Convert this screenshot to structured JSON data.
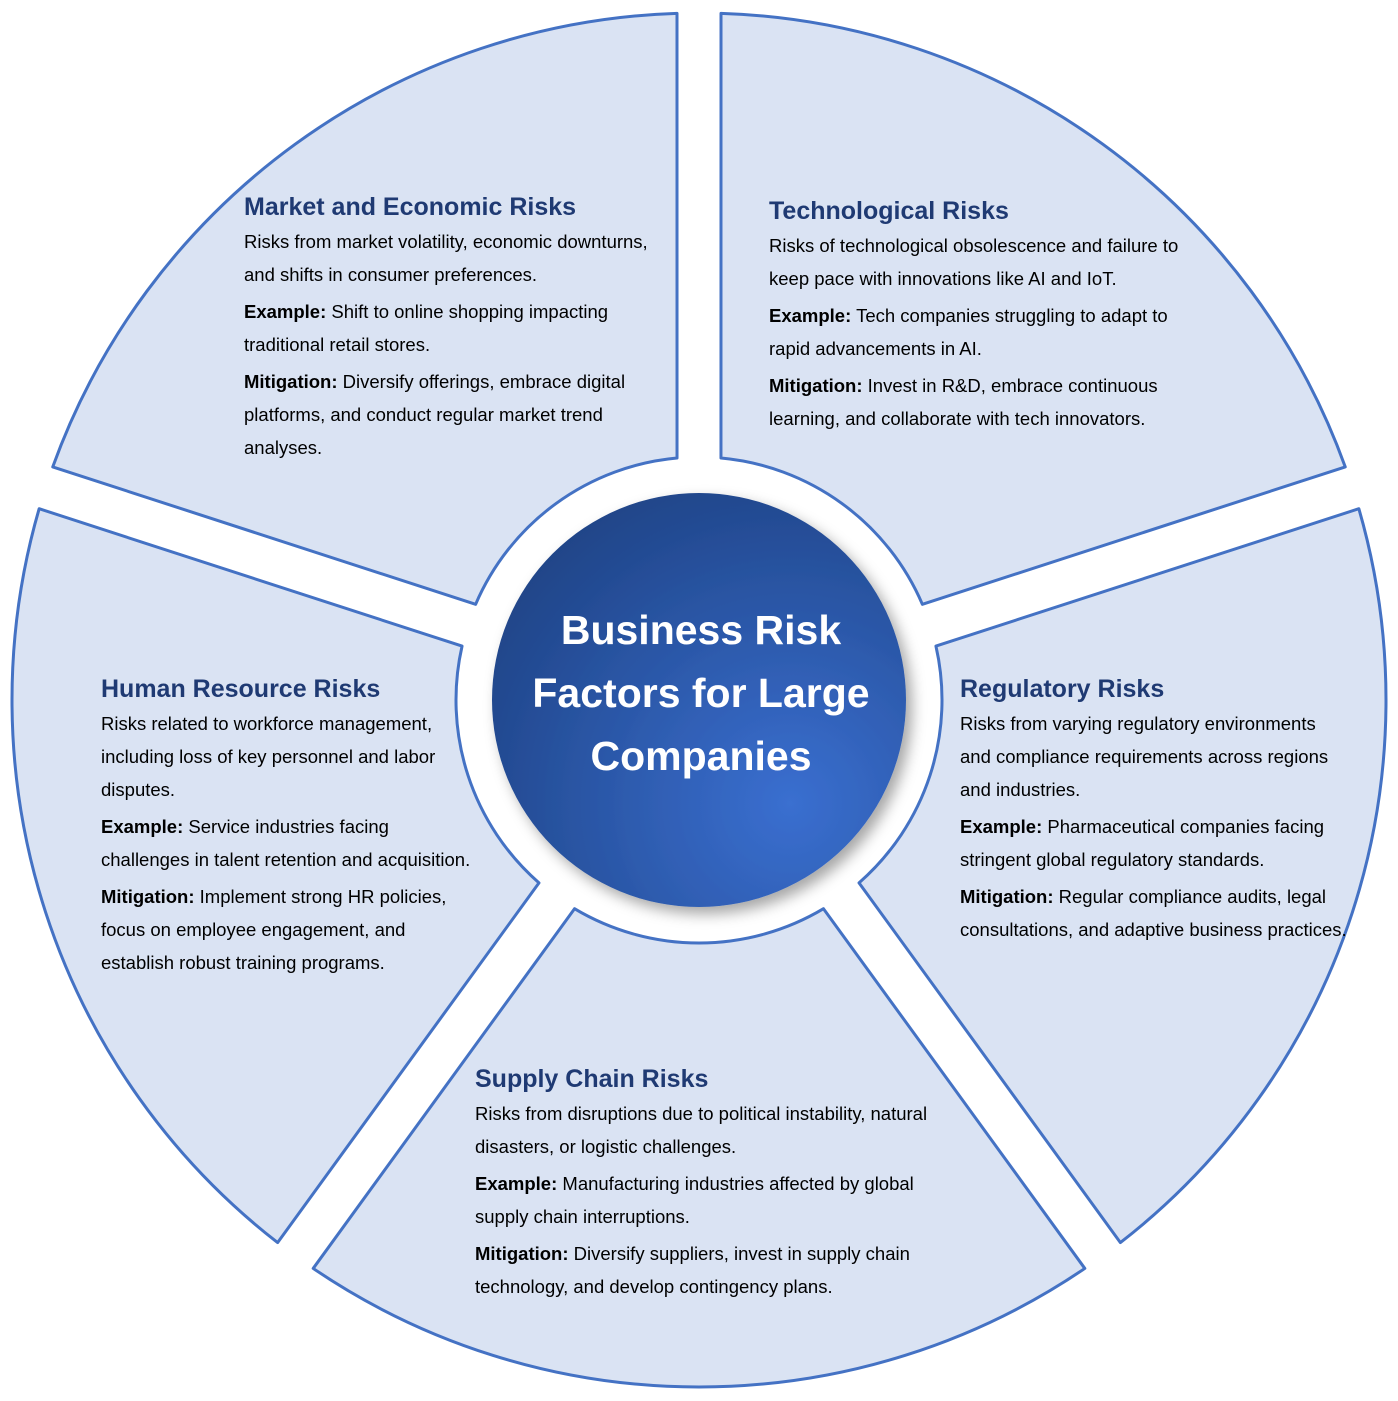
{
  "center": {
    "lines": [
      "Business Risk",
      "Factors for Large",
      "Companies"
    ]
  },
  "colors": {
    "segment_fill": "#dae3f3",
    "segment_stroke": "#4472c4",
    "hub_dark": "#1f4487",
    "hub_light": "#3a6fd0",
    "title_text": "#1f3a73"
  },
  "segments": {
    "market": {
      "title": "Market and Economic Risks",
      "desc": "Risks from market volatility, economic downturns, and shifts in consumer preferences.",
      "example_label": "Example:",
      "example": "Shift to online shopping impacting traditional retail stores.",
      "mitigation_label": "Mitigation:",
      "mitigation": "Diversify offerings, embrace digital platforms, and conduct regular market trend analyses."
    },
    "tech": {
      "title": "Technological Risks",
      "desc": "Risks of technological obsolescence and failure to keep pace with innovations like AI and IoT.",
      "example_label": "Example:",
      "example": "Tech companies struggling to adapt to rapid advancements in AI.",
      "mitigation_label": "Mitigation:",
      "mitigation": "Invest in R&D, embrace continuous learning, and collaborate with tech innovators."
    },
    "hr": {
      "title": "Human Resource Risks",
      "desc": "Risks related to workforce management, including loss of key personnel and labor disputes.",
      "example_label": "Example:",
      "example": "Service industries facing challenges in talent retention and acquisition.",
      "mitigation_label": "Mitigation:",
      "mitigation": "Implement strong HR policies, focus on employee engagement, and establish robust training programs."
    },
    "regulatory": {
      "title": "Regulatory Risks",
      "desc": "Risks from varying regulatory environments and compliance requirements across regions and industries.",
      "example_label": "Example:",
      "example": "Pharmaceutical companies facing stringent global regulatory standards.",
      "mitigation_label": "Mitigation:",
      "mitigation": "Regular compliance audits, legal consultations, and adaptive business practices."
    },
    "supply": {
      "title": "Supply Chain Risks",
      "desc": "Risks from disruptions due to political instability, natural disasters, or logistic challenges.",
      "example_label": "Example:",
      "example": "Manufacturing industries affected by global supply chain interruptions.",
      "mitigation_label": "Mitigation:",
      "mitigation": "Diversify suppliers, invest in supply chain technology, and develop contingency plans."
    }
  }
}
